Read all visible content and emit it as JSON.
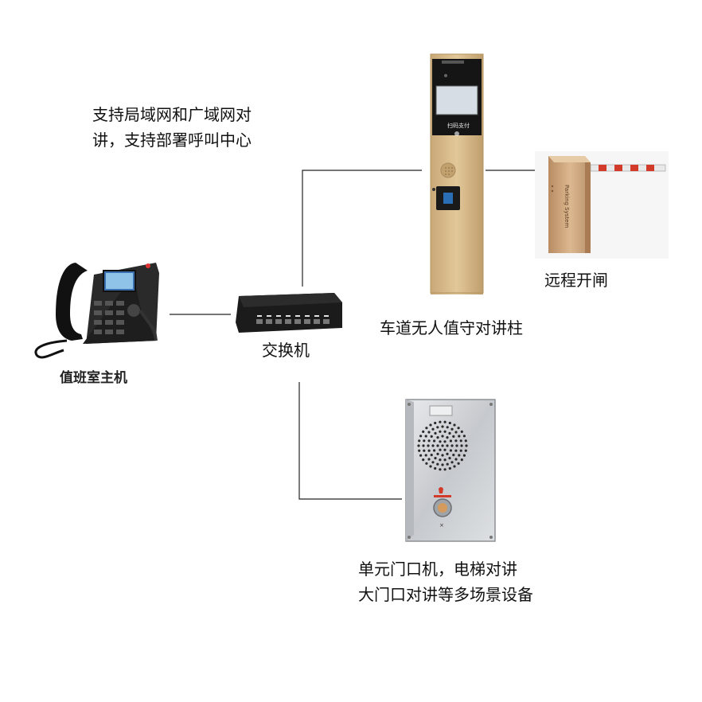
{
  "description": {
    "line1": "支持局域网和广域网对",
    "line2": "讲，支持部署呼叫中心"
  },
  "labels": {
    "desk_phone": "值班室主机",
    "switch": "交换机",
    "pillar": "车道无人值守对讲柱",
    "barrier": "远程开闸",
    "door_unit_line1": "单元门口机，电梯对讲",
    "door_unit_line2": "大门口对讲等多场景设备"
  },
  "device_text": {
    "pillar_screen": "扫码支付",
    "barrier_brand": "Parking System"
  },
  "colors": {
    "line": "#222222",
    "pillar_gold": "#d8b98a",
    "barrier_bronze": "#c9a178",
    "barrier_arm_red": "#d23a2a",
    "panel_steel": "#cfd2d6",
    "switch_black": "#1b1b1b"
  }
}
